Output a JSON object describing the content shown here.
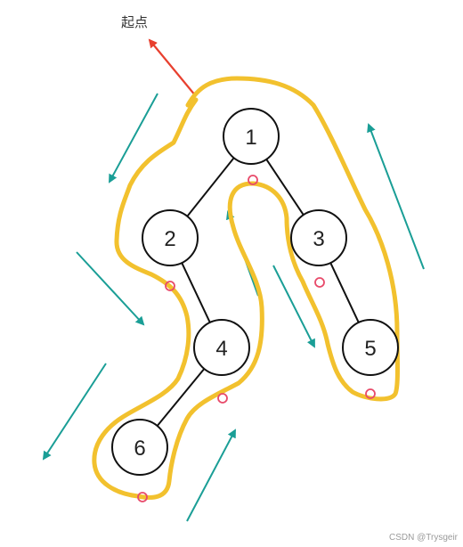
{
  "start_label": "起点",
  "watermark": "CSDN @Trysgeir",
  "colors": {
    "contour": "#f2c12e",
    "teal_arrow": "#1a9e96",
    "start_arrow": "#e8402f",
    "marker": "#e84a6a",
    "node_stroke": "#111111"
  },
  "nodes": [
    {
      "id": "1",
      "label": "1"
    },
    {
      "id": "2",
      "label": "2"
    },
    {
      "id": "3",
      "label": "3"
    },
    {
      "id": "4",
      "label": "4"
    },
    {
      "id": "5",
      "label": "5"
    },
    {
      "id": "6",
      "label": "6"
    }
  ],
  "edges": [
    {
      "from": "1",
      "to": "2"
    },
    {
      "from": "1",
      "to": "3"
    },
    {
      "from": "2",
      "to": "4"
    },
    {
      "from": "3",
      "to": "5"
    },
    {
      "from": "4",
      "to": "6"
    }
  ]
}
